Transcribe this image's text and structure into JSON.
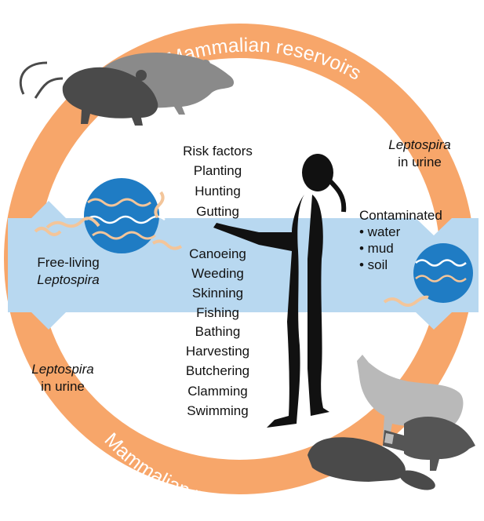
{
  "cycle": {
    "top_label": "Mammalian reservoirs",
    "bottom_label": "Mammalian reservoirs",
    "colors": {
      "ring": "#f7a66a",
      "band": "#b8d8f0",
      "animal": "#4a4a4a",
      "fox": "#b9b9b9",
      "human": "#111111",
      "globe": "#1f7cc4",
      "spirochete": "#f3c59a"
    }
  },
  "right_urine": {
    "line1": "Leptospira",
    "line2": "in urine"
  },
  "left_urine": {
    "line1": "Leptospira",
    "line2": "in urine"
  },
  "free_living": {
    "line1": "Free-living",
    "line2": "Leptospira"
  },
  "contaminated": {
    "title": "Contaminated",
    "items": [
      "• water",
      "• mud",
      "• soil"
    ]
  },
  "risk_factors": {
    "title": "Risk factors",
    "items": [
      "Planting",
      "Hunting",
      "Gutting",
      "Canoeing",
      "Weeding",
      "Skinning",
      "Fishing",
      "Bathing",
      "Harvesting",
      "Butchering",
      "Clamming",
      "Swimming"
    ]
  },
  "icons": [
    "rat-icon",
    "rodent-icon",
    "human-icon",
    "fox-icon",
    "raccoon-icon",
    "beaver-icon",
    "leptospira-globe-icon"
  ]
}
